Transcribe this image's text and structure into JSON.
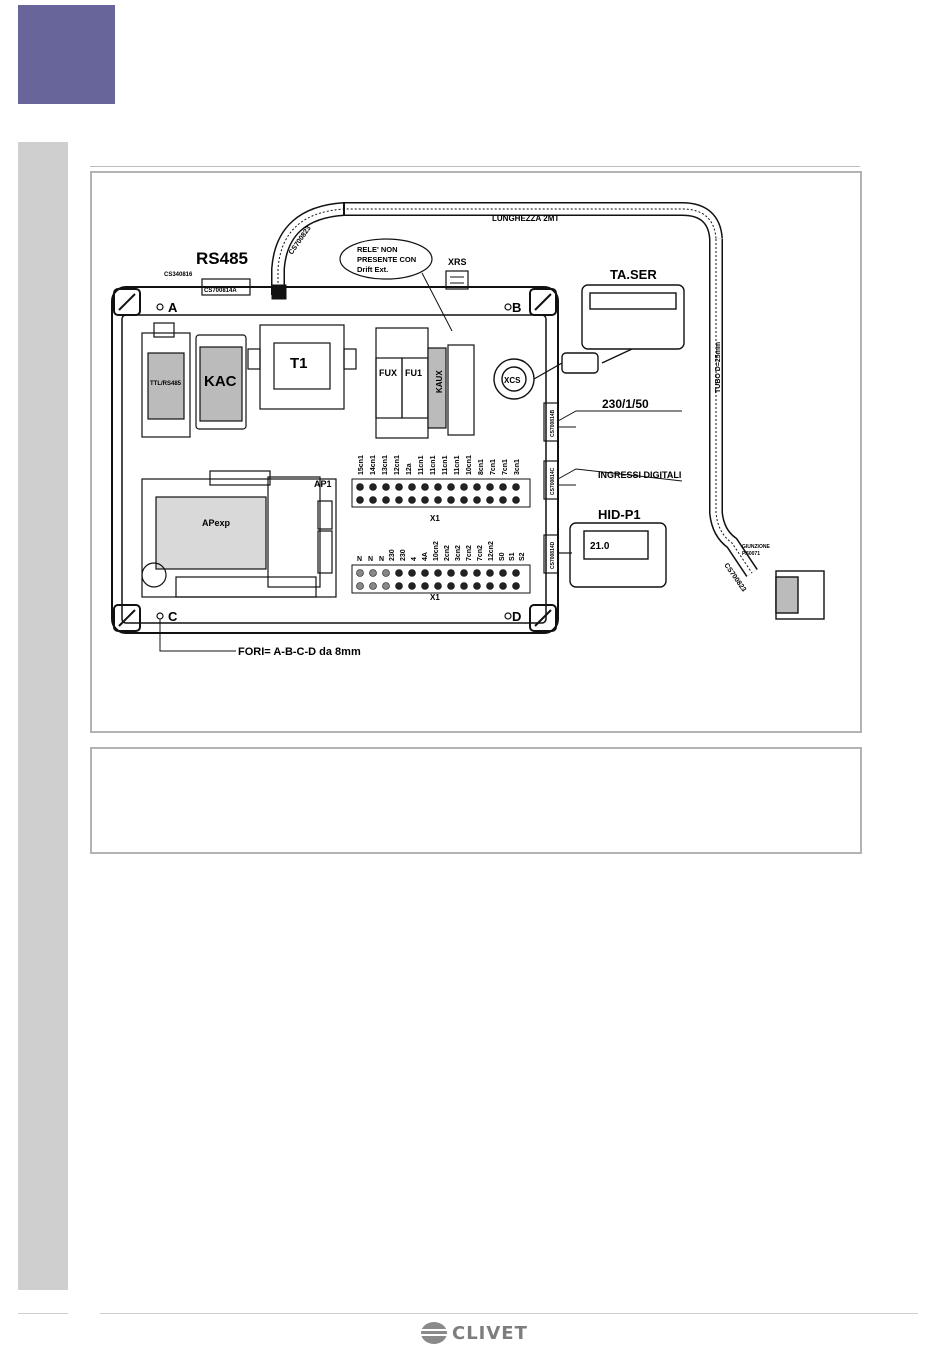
{
  "labels": {
    "rs485": "RS485",
    "cs340816": "CS340816",
    "cs700814a_top": "CS700814A",
    "cs700823_top": "CS700823",
    "lunghezza": "LUNGHEZZA 2MT",
    "rele_line1": "RELE' NON",
    "rele_line2": "PRESENTE CON",
    "rele_line3": "Drift Ext.",
    "xrs": "XRS",
    "taser": "TA.SER",
    "corner_a": "A",
    "corner_b": "B",
    "corner_c": "C",
    "corner_d": "D",
    "ttl": "TTL/RS485",
    "kac": "KAC",
    "t1": "T1",
    "fux": "FUX",
    "fu1": "FU1",
    "kaux": "KAUX",
    "xcs": "XCS",
    "tubo": "TUBO D=25mm",
    "power": "230/1/50",
    "ingressi": "INGRESSI DIGITALI",
    "ap1": "AP1",
    "apexp": "APexp",
    "x1_top": "X1",
    "x1_bottom": "X1",
    "hidp1": "HID-P1",
    "display_value": "21.0",
    "cs700814_side": "CS700814B",
    "cs700814_side2": "CS700814C",
    "cs700814_side3": "CS700814D",
    "cs700823_bottom": "CS700823",
    "giunzione_line1": "GIUNZIONE",
    "giunzione_line2": "P.50071",
    "fori": "FORI= A-B-C-D  da 8mm"
  },
  "terminals_top": [
    "15cn1",
    "14cn1",
    "13cn1",
    "12cn1",
    "12a",
    "11cn1",
    "11cn1",
    "11cn1",
    "11cn1",
    "10cn1",
    "8cn1",
    "7cn1",
    "7cn1",
    "3cn1"
  ],
  "terminals_bottom": [
    "N",
    "N",
    "N",
    "230",
    "230",
    "4",
    "4A",
    "10cn2",
    "2cn2",
    "3cn2",
    "7cn2",
    "7cn2",
    "12cn2",
    "S0",
    "S1",
    "S2"
  ],
  "footer": {
    "brand": "CLIVET"
  },
  "colors": {
    "tab": "#68659b",
    "band": "#cfcfd0",
    "frame": "#b3b3b3"
  }
}
